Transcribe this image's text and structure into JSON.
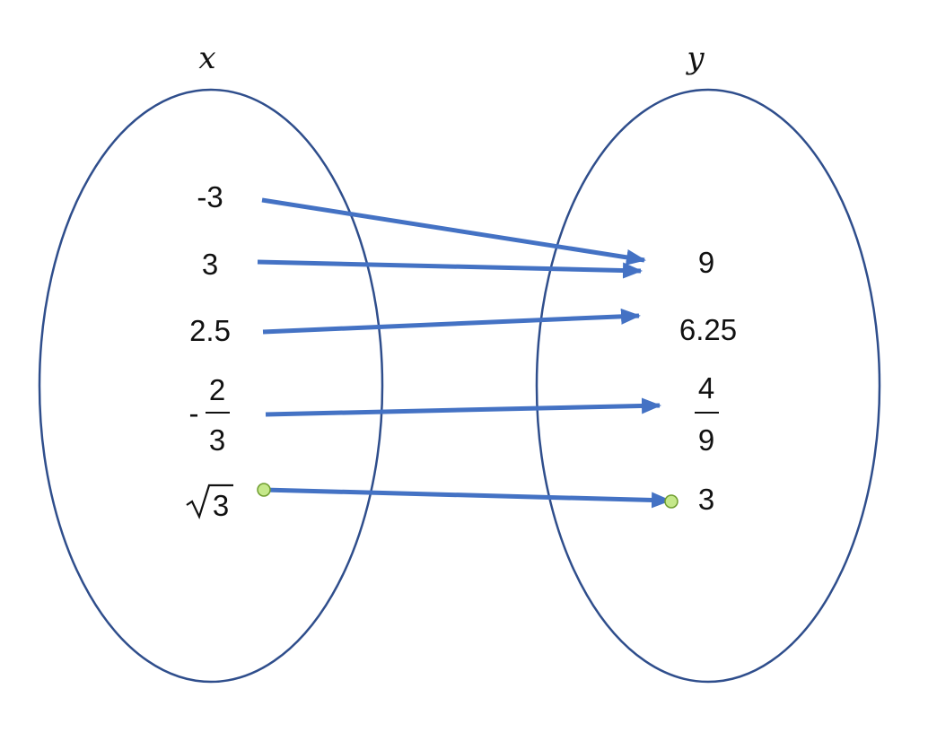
{
  "colors": {
    "ellipse_stroke": "#2f4e8c",
    "arrow": "#4472c4",
    "dot_fill": "#c5e88a",
    "dot_stroke": "#6f9d2f",
    "text": "#111111"
  },
  "sets": {
    "x": {
      "title": "x"
    },
    "y": {
      "title": "y"
    }
  },
  "domain": {
    "neg3": "-3",
    "three": "3",
    "two_five": "2.5",
    "neg_frac": {
      "sign": "-",
      "num": "2",
      "den": "3"
    },
    "sqrt3": {
      "radicand": "3"
    }
  },
  "range": {
    "nine": "9",
    "six_two_five": "6.25",
    "frac": {
      "num": "4",
      "den": "9"
    },
    "three": "3"
  },
  "mappings": [
    {
      "from": "-3",
      "to": "9"
    },
    {
      "from": "3",
      "to": "9"
    },
    {
      "from": "2.5",
      "to": "6.25"
    },
    {
      "from": "-2/3",
      "to": "4/9"
    },
    {
      "from": "√3",
      "to": "3"
    }
  ]
}
